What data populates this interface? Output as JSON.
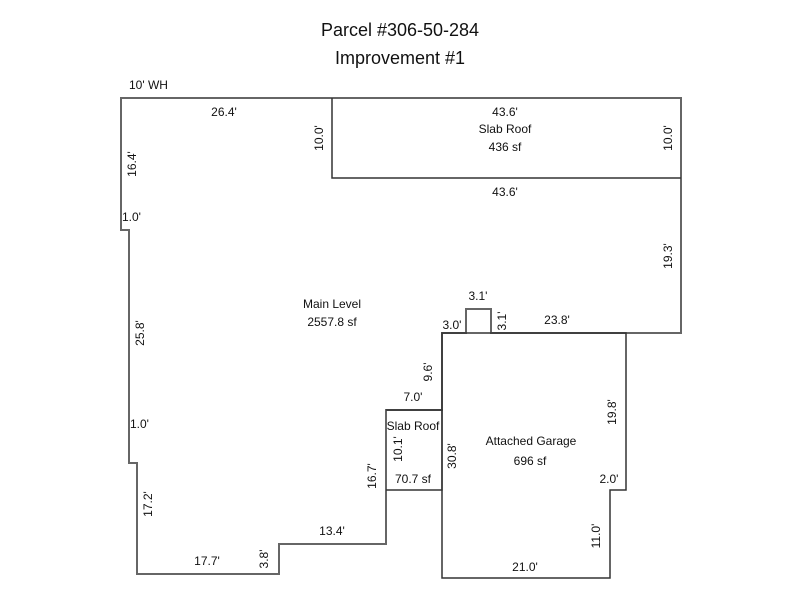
{
  "header": {
    "parcel": "Parcel #306-50-284",
    "improvement": "Improvement #1"
  },
  "note": "10' WH",
  "areas": {
    "main": {
      "name": "Main Level",
      "area": "2557.8 sf"
    },
    "slab_roof_top": {
      "name": "Slab Roof",
      "area": "436 sf"
    },
    "slab_roof_small": {
      "name": "Slab Roof",
      "area": "70.7 sf"
    },
    "garage": {
      "name": "Attached Garage",
      "area": "696 sf"
    }
  },
  "dimensions": {
    "main_top": "26.4'",
    "main_left_upper": "16.4'",
    "main_jog_upper": "1.0'",
    "main_left_mid": "25.8'",
    "main_jog_lower": "1.0'",
    "main_left_lower": "17.2'",
    "main_bottom_left": "17.7'",
    "main_step": "3.8'",
    "main_bottom_mid": "13.4'",
    "main_inner_vert": "16.7'",
    "slab_top_length": "43.6'",
    "slab_bottom_length": "43.6'",
    "slab_left_height": "10.0'",
    "slab_right_height": "10.0'",
    "main_right": "19.3'",
    "bump_width": "3.1'",
    "bump_height": "3.1'",
    "bump_left": "3.0'",
    "main_right_bottom": "23.8'",
    "main_inner_upper": "9.6'",
    "small_slab_width": "7.0'",
    "small_slab_height": "10.1'",
    "garage_left": "30.8'",
    "garage_right_upper": "19.8'",
    "garage_jog": "2.0'",
    "garage_right_lower": "11.0'",
    "garage_bottom": "21.0'"
  }
}
